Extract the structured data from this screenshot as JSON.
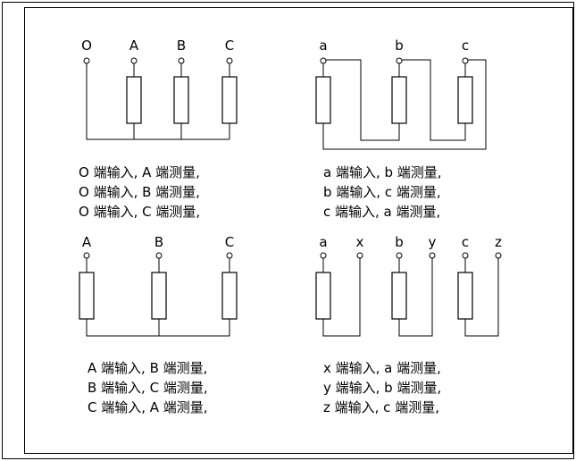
{
  "panel1": {
    "terminals": [
      "O",
      "A",
      "B",
      "C"
    ],
    "lines": [
      "O 端输入, A 端测量,",
      "O 端输入, B 端测量,",
      "O 端输入, C 端测量,"
    ]
  },
  "panel2": {
    "terminals": [
      "a",
      "b",
      "c"
    ],
    "lines": [
      "a 端输入, b 端测量,",
      "b 端输入, c 端测量,",
      "c 端输入, a 端测量,"
    ]
  },
  "panel3": {
    "terminals": [
      "A",
      "B",
      "C"
    ],
    "lines": [
      "A 端输入, B 端测量,",
      "B 端输入, C 端测量,",
      "C 端输入, A 端测量,"
    ]
  },
  "panel4": {
    "terminals": [
      "a",
      "x",
      "b",
      "y",
      "c",
      "z"
    ],
    "lines": [
      "x 端输入, a 端测量,",
      "y 端输入, b 端测量,",
      "z 端输入, c 端测量,"
    ]
  }
}
